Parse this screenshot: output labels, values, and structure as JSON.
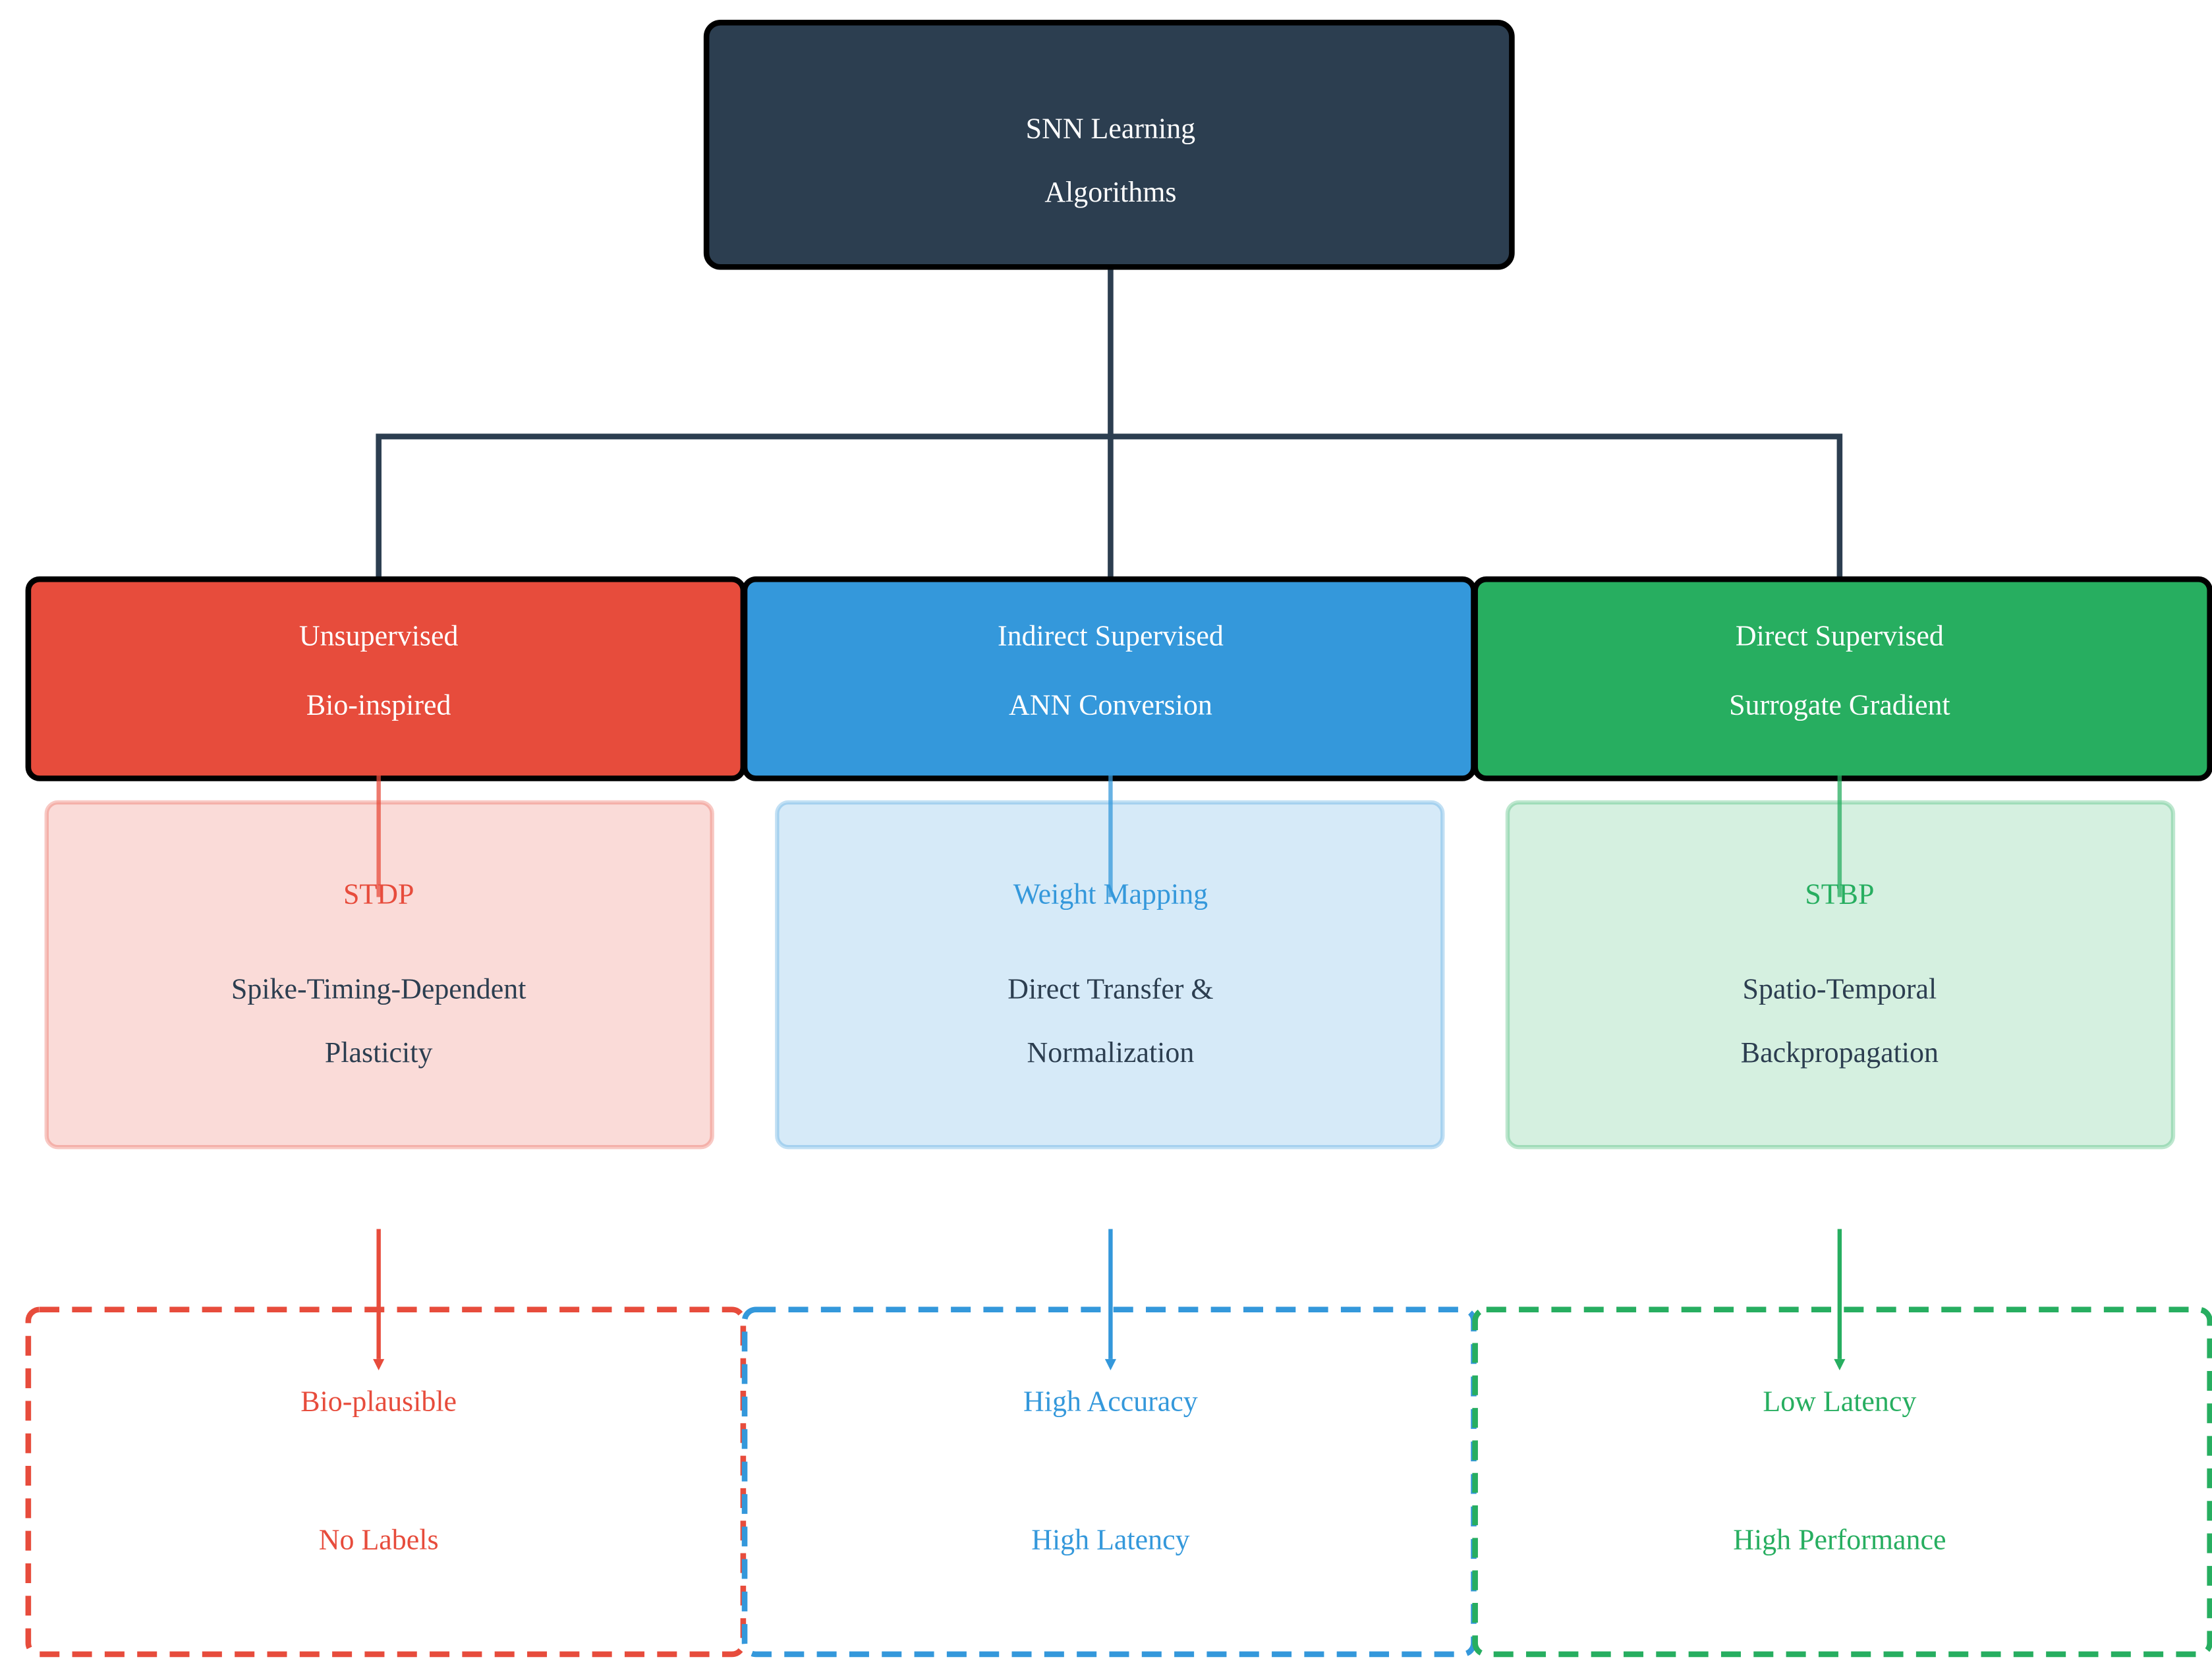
{
  "root": {
    "line1": "SNN Learning",
    "line2": "Algorithms",
    "color": "#2c3e50"
  },
  "categories": [
    {
      "id": "unsupervised",
      "title": "Unsupervised",
      "subtitle": "Bio-inspired",
      "color": "#e74c3c",
      "tint": "#fadbd8",
      "method": "STDP",
      "description": [
        "Spike-Timing-Dependent",
        "Plasticity"
      ],
      "traits": [
        "Bio-plausible",
        "No Labels"
      ]
    },
    {
      "id": "indirect",
      "title": "Indirect Supervised",
      "subtitle": "ANN Conversion",
      "color": "#3498db",
      "tint": "#d6eaf8",
      "method": "Weight Mapping",
      "description": [
        "Direct Transfer &",
        "Normalization"
      ],
      "traits": [
        "High Accuracy",
        "High Latency"
      ]
    },
    {
      "id": "direct",
      "title": "Direct Supervised",
      "subtitle": "Surrogate Gradient",
      "color": "#27ae60",
      "tint": "#d5f0e0",
      "method": "STBP",
      "description": [
        "Spatio-Temporal",
        "Backpropagation"
      ],
      "traits": [
        "Low Latency",
        "High Performance"
      ]
    }
  ],
  "description_text_color": "#2c3e50",
  "label_text_color": "#ffffff"
}
